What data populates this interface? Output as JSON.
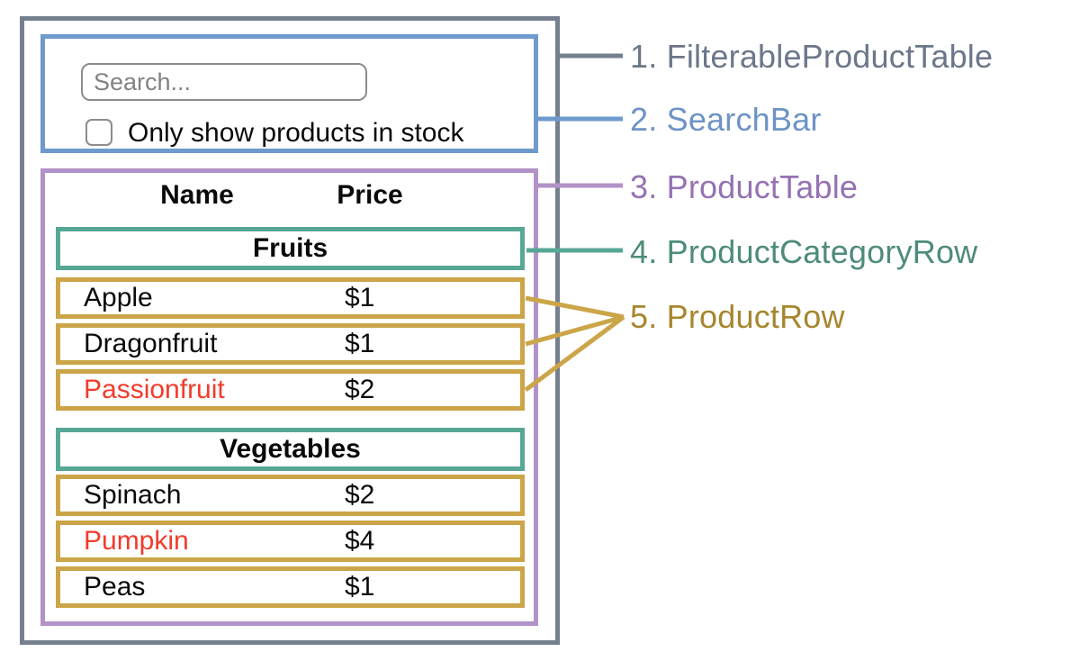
{
  "search_bar": {
    "placeholder": "Search...",
    "checkbox_label": "Only show products in stock",
    "checkbox_checked": false
  },
  "product_table": {
    "headers": {
      "name": "Name",
      "price": "Price"
    },
    "groups": [
      {
        "category": "Fruits",
        "rows": [
          {
            "name": "Apple",
            "price": "$1",
            "name_color": "#0A0A0A"
          },
          {
            "name": "Dragonfruit",
            "price": "$1",
            "name_color": "#0A0A0A"
          },
          {
            "name": "Passionfruit",
            "price": "$2",
            "name_color": "#F23B2B"
          }
        ]
      },
      {
        "category": "Vegetables",
        "rows": [
          {
            "name": "Spinach",
            "price": "$2",
            "name_color": "#0A0A0A"
          },
          {
            "name": "Pumpkin",
            "price": "$4",
            "name_color": "#F23B2B"
          },
          {
            "name": "Peas",
            "price": "$1",
            "name_color": "#0A0A0A"
          }
        ]
      }
    ]
  },
  "legend": {
    "items": [
      {
        "label": "1. FilterableProductTable",
        "color": "#6B7789"
      },
      {
        "label": "2. SearchBar",
        "color": "#6D93C6"
      },
      {
        "label": "3. ProductTable",
        "color": "#9572B2"
      },
      {
        "label": "4. ProductCategoryRow",
        "color": "#4E8B7B"
      },
      {
        "label": "5. ProductRow",
        "color": "#A6862E"
      }
    ]
  },
  "colors": {
    "outline_gray": "#75808F",
    "outline_blue": "#6F9ACD",
    "outline_purple": "#B292C7",
    "outline_teal": "#57A795",
    "outline_gold": "#CBA548",
    "out_of_stock_red": "#F23B2B"
  }
}
